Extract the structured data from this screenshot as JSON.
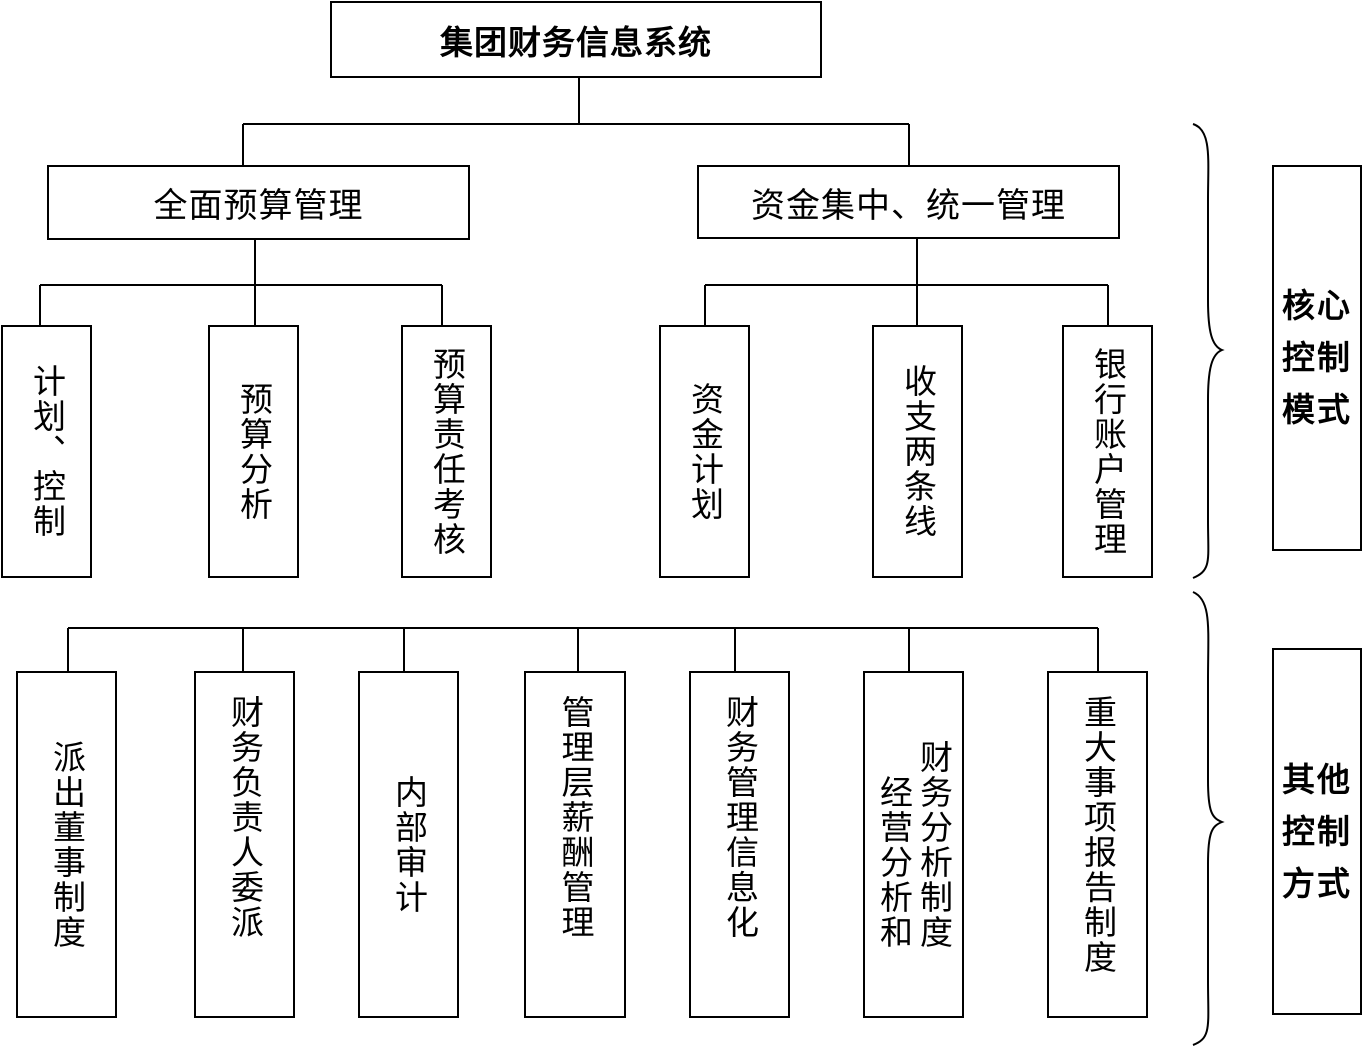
{
  "root": {
    "title": "集团财务信息系统"
  },
  "core": {
    "budget": {
      "title": "全面预算管理",
      "children": [
        "计划、控制",
        "预算分析",
        "预算责任考核"
      ]
    },
    "funds": {
      "title": "资金集中、统一管理",
      "children": [
        "资金计划",
        "收支两条线",
        "银行账户管理"
      ]
    },
    "label": "核心控制模式"
  },
  "other": {
    "items": [
      "派出董事制度",
      "财务负责人委派",
      "内部审计",
      "管理层薪酬管理",
      "财务管理信息化",
      "经营分析和",
      "财务分析制度",
      "重大事项报告制度"
    ],
    "label": "其他控制方式"
  }
}
